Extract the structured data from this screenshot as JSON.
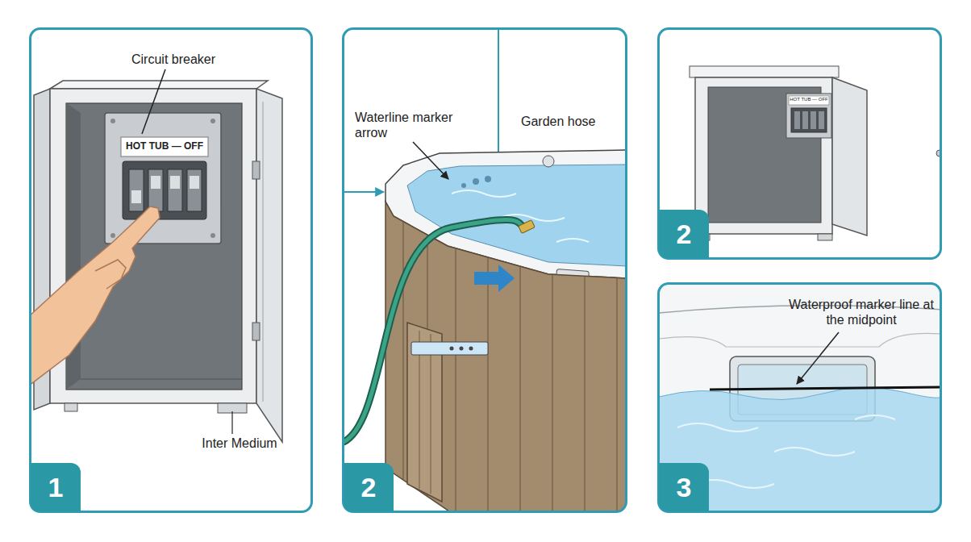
{
  "diagram": {
    "nodes": [
      {
        "text": [
          "1"
        ]
      },
      {
        "text": [
          "2"
        ]
      },
      {
        "text": [
          "2"
        ]
      },
      {
        "text": [
          "3"
        ]
      }
    ],
    "edges": [],
    "labels": [
      "Circuit breaker",
      "HOT TUB — OFF",
      "Inter Medium",
      "Waterline marker arrow",
      "Garden hose",
      "HOT TUB — OFF",
      "Waterproof marker line at the midpoint"
    ]
  }
}
